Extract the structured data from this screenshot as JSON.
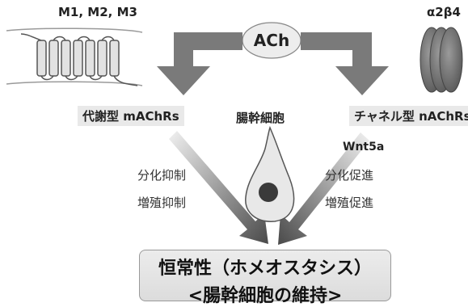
{
  "labels": {
    "m_receptors": "M1, M2, M3",
    "alpha_beta": "α2β4",
    "ach": "ACh",
    "left_receptor": "代謝型 mAChRs",
    "right_receptor": "チャネル型 nAChRs",
    "cell": "腸幹細胞",
    "wnt": "Wnt5a",
    "left_effect_1": "分化抑制",
    "left_effect_2": "増殖抑制",
    "right_effect_1": "分化促進",
    "right_effect_2": "増殖促進",
    "result_line1": "恒常性（ホメオスタシス）",
    "result_line2": "<腸幹細胞の維持>"
  },
  "colors": {
    "arrow_dark": "#7a7a7a",
    "arrow_light": "#d8d8d8",
    "ach_fill": "#ededed",
    "cell_fill": "#e8e8e8",
    "nucleus": "#3a3a3a",
    "channel": "#777777"
  }
}
